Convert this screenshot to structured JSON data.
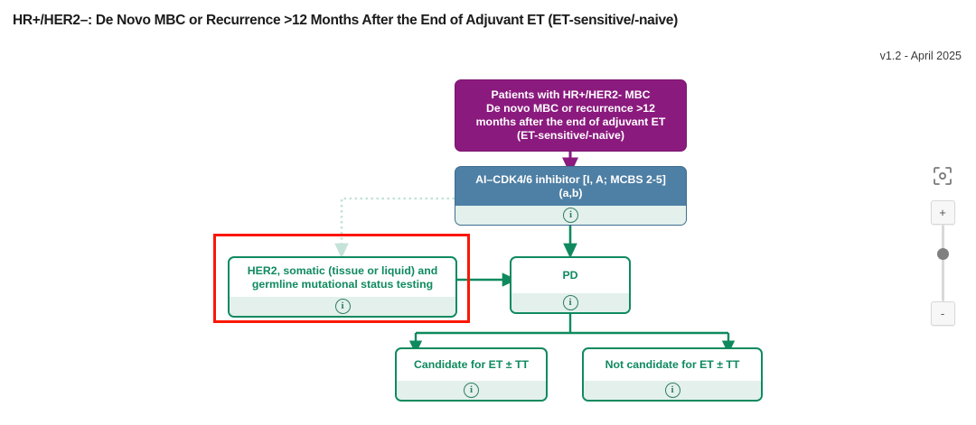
{
  "header": {
    "title": "HR+/HER2–: De Novo MBC or Recurrence >12 Months After the End of Adjuvant ET (ET-sensitive/-naive)",
    "version": "v1.2 - April 2025"
  },
  "diagram": {
    "type": "clinical-treatment-flowchart",
    "nodes": [
      {
        "id": "start",
        "style": "purple",
        "label": "Patients with HR+/HER2- MBC\nDe novo MBC or recurrence >12\nmonths after the end of adjuvant ET\n(ET-sensitive/-naive)",
        "has_info": false
      },
      {
        "id": "treatment",
        "style": "blue",
        "label": "AI–CDK4/6 inhibitor [I, A; MCBS 2-5]\n(a,b)",
        "has_info": true,
        "info_icon": "info-circle-icon"
      },
      {
        "id": "her2-testing",
        "style": "green",
        "label": "HER2, somatic (tissue or liquid) and\ngermline mutational status testing",
        "has_info": true,
        "info_icon": "info-circle-icon",
        "selected": true
      },
      {
        "id": "pd",
        "style": "green",
        "label": "PD",
        "has_info": true,
        "info_icon": "info-circle-icon"
      },
      {
        "id": "candidate",
        "style": "green",
        "label": "Candidate for ET ± TT",
        "has_info": true,
        "info_icon": "info-circle-icon"
      },
      {
        "id": "not-candidate",
        "style": "green",
        "label": "Not candidate for ET ± TT",
        "has_info": true,
        "info_icon": "info-circle-icon"
      }
    ],
    "edges": [
      {
        "from": "start",
        "to": "treatment",
        "style": "solid",
        "color": "#8b1a7e"
      },
      {
        "from": "treatment",
        "to": "pd",
        "style": "solid",
        "color": "#0f8a5f"
      },
      {
        "from": "treatment",
        "to": "her2-testing",
        "style": "dotted",
        "color": "#c5e3d8"
      },
      {
        "from": "her2-testing",
        "to": "pd",
        "style": "solid",
        "color": "#0f8a5f"
      },
      {
        "from": "pd",
        "to": "candidate",
        "style": "solid",
        "color": "#0f8a5f"
      },
      {
        "from": "pd",
        "to": "not-candidate",
        "style": "solid",
        "color": "#0f8a5f"
      }
    ],
    "info_symbol": "ⓘ"
  },
  "controls": {
    "focus_icon": "focus-frame-icon",
    "zoom_in_label": "+",
    "zoom_out_label": "-",
    "slider_name": "zoom-slider"
  },
  "colors": {
    "purple": "#8b1a7e",
    "blue": "#4e7fa4",
    "green": "#0f8a5f",
    "info_strip": "#e3f0ec",
    "selection_red": "#fb1605"
  }
}
